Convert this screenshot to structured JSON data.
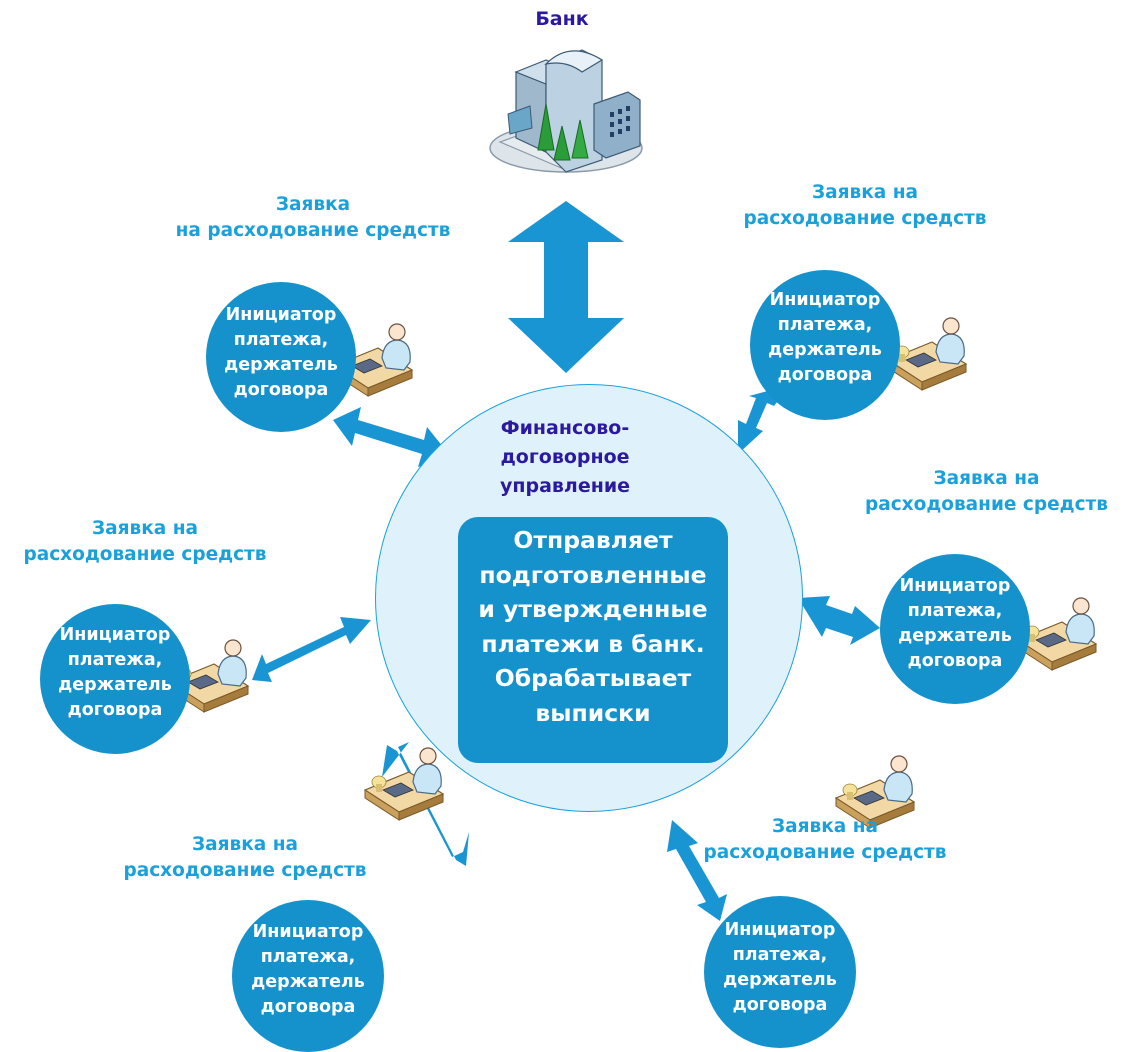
{
  "bank": {
    "title": "Банк",
    "icon": "bank-building-icon"
  },
  "center": {
    "title": "Финансово-\nдоговорное\nуправление",
    "description": "Отправляет\nподготовленные\nи утвержденные\nплатежи в банк.\nОбрабатывает\nвыписки"
  },
  "participants": [
    {
      "request_label": "Заявка\nна расходование средств",
      "node_text": "Инициатор\nплатежа,\nдержатель\nдоговора",
      "icon": "person-at-desk-icon"
    },
    {
      "request_label": "Заявка на\nрасходование средств",
      "node_text": "Инициатор\nплатежа,\nдержатель\nдоговора",
      "icon": "person-at-desk-icon"
    },
    {
      "request_label": "Заявка на\nрасходование средств",
      "node_text": "Инициатор\nплатежа,\nдержатель\nдоговора",
      "icon": "person-at-desk-icon"
    },
    {
      "request_label": "Заявка на\nрасходование средств",
      "node_text": "Инициатор\nплатежа,\nдержатель\nдоговора",
      "icon": "person-at-desk-icon"
    },
    {
      "request_label": "Заявка на\nрасходование средств",
      "node_text": "Инициатор\nплатежа,\nдержатель\nдоговора",
      "icon": "person-at-desk-icon"
    },
    {
      "request_label": "Заявка на\nрасходование средств",
      "node_text": "Инициатор\nплатежа,\nдержатель\nдоговора",
      "icon": "person-at-desk-icon"
    }
  ],
  "colors": {
    "node_fill": "#1592cc",
    "label_text": "#1aa1dc",
    "title_text": "#2b1aa0",
    "center_fill": "#dff2fb",
    "arrow": "#1a95d3"
  }
}
